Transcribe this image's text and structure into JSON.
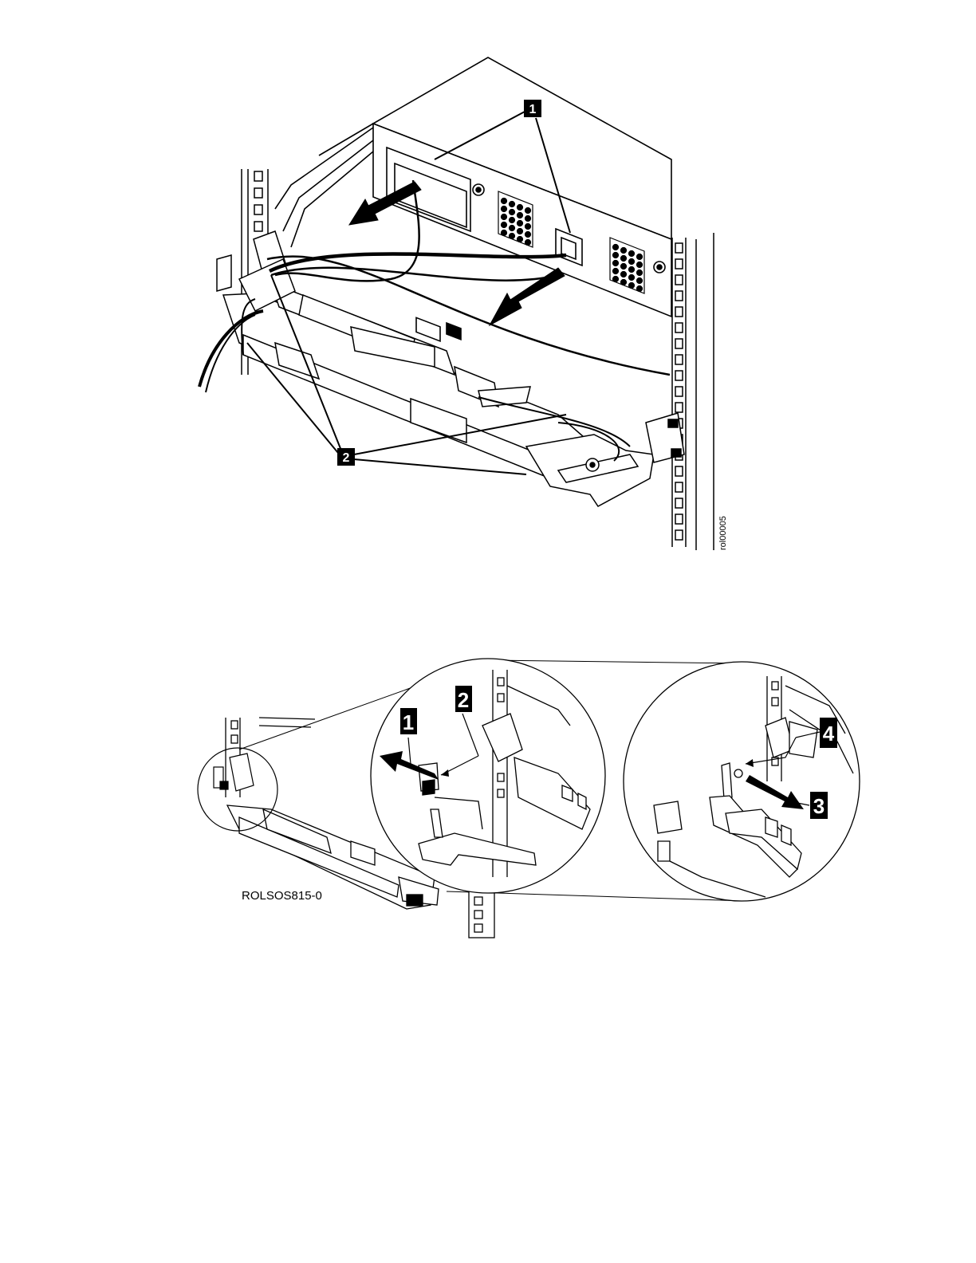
{
  "figure_top": {
    "callouts": [
      "1",
      "2"
    ],
    "figure_id": "rol00005",
    "colors": {
      "ink": "#000000",
      "paper": "#ffffff",
      "callout_bg": "#000000",
      "callout_text": "#ffffff"
    }
  },
  "figure_bottom": {
    "callouts": [
      "1",
      "2",
      "3",
      "4"
    ],
    "figure_id": "ROLSOS815-0"
  }
}
